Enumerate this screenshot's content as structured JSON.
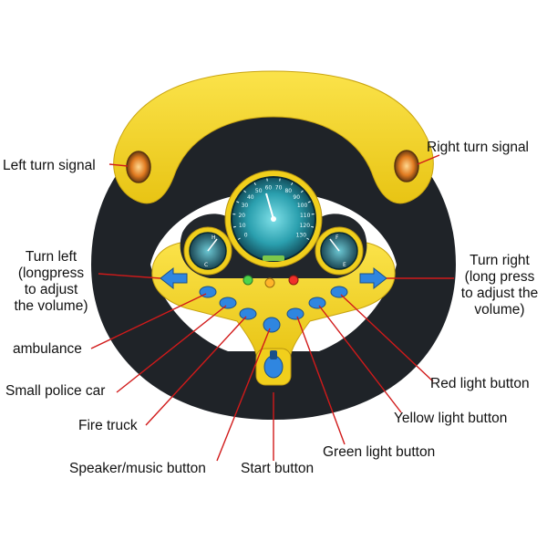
{
  "diagram": {
    "labels": {
      "left_turn_signal": "Left turn signal",
      "right_turn_signal": "Right turn signal",
      "turn_left": [
        "Turn left",
        "(longpress",
        "to  adjust",
        "the volume)"
      ],
      "turn_right": [
        "Turn right",
        "(long press",
        "to adjust the",
        "volume)"
      ],
      "ambulance": "ambulance",
      "small_police_car": "Small police car",
      "fire_truck": "Fire truck",
      "speaker_music": "Speaker/music button",
      "start_button": "Start button",
      "green_light": "Green light button",
      "yellow_light": "Yellow light button",
      "red_light": "Red light button"
    },
    "speedometer": {
      "ticks": [
        "0",
        "10",
        "20",
        "30",
        "40",
        "50",
        "60",
        "70",
        "80",
        "90",
        "100",
        "110",
        "120",
        "130"
      ]
    },
    "gauge_letters": {
      "left_top": "H",
      "left_bottom": "C",
      "right_top": "F",
      "right_bottom": "E"
    },
    "colors": {
      "wheel_yellow": "#f4d51d",
      "wheel_black": "#1f2328",
      "button_blue": "#2f86e0",
      "leader_red": "#d11a1a",
      "dial_teal": "#1aa3a8"
    }
  }
}
